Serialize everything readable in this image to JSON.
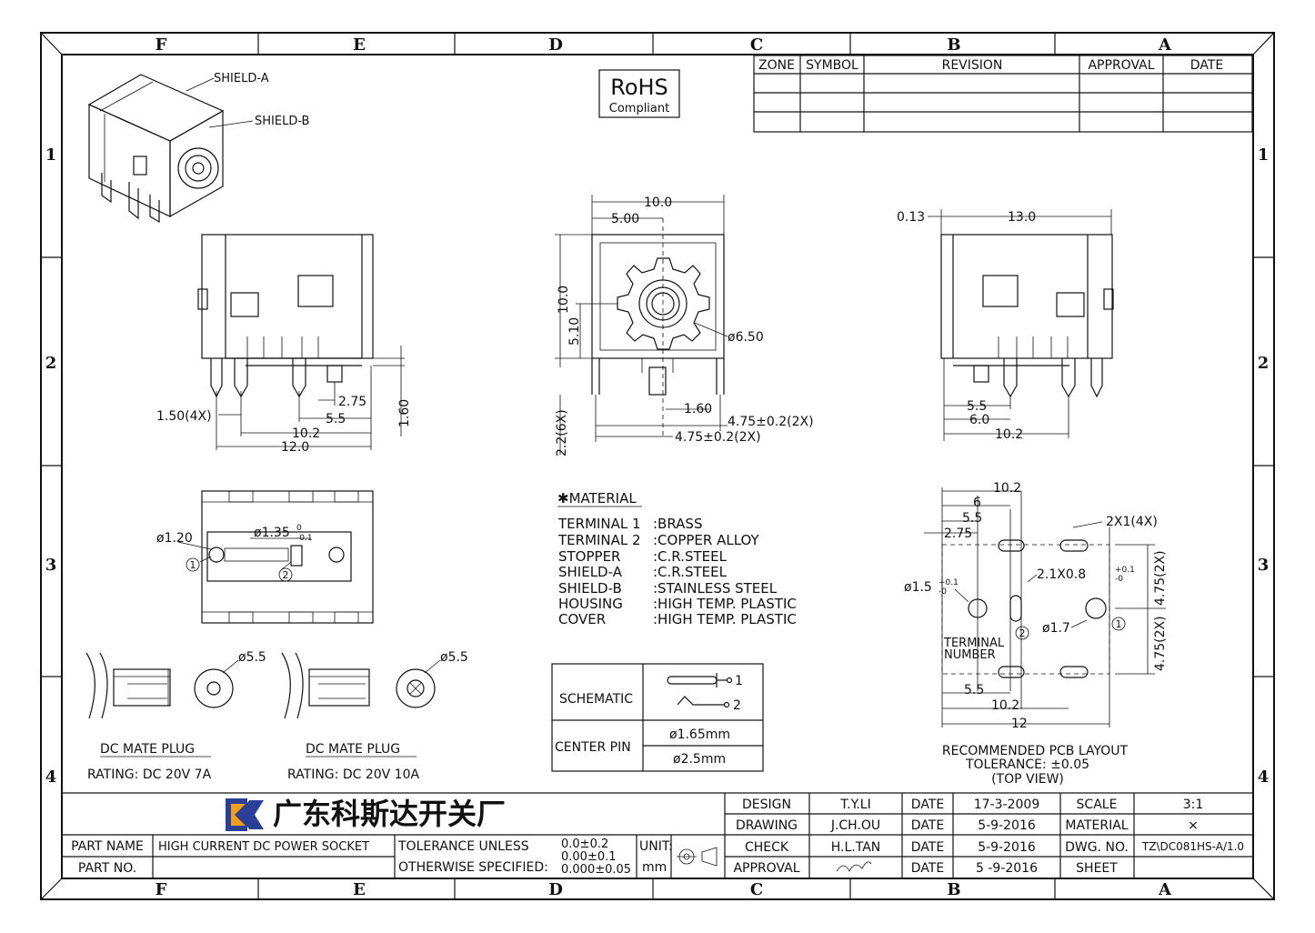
{
  "zones_top": [
    "F",
    "E",
    "D",
    "C",
    "B",
    "A"
  ],
  "zones_side": [
    "1",
    "2",
    "3",
    "4"
  ],
  "rohs": {
    "title": "RoHS",
    "sub": "Compliant"
  },
  "revision_table": {
    "headers": [
      "ZONE",
      "SYMBOL",
      "REVISION",
      "APPROVAL",
      "DATE"
    ]
  },
  "iso_view": {
    "shield_a": "SHIELD-A",
    "shield_b": "SHIELD-B"
  },
  "side_view": {
    "d1": "1.50(4X)",
    "d2": "2.75",
    "d3": "5.5",
    "d4": "10.2",
    "d5": "12.0",
    "d6": "1.60"
  },
  "front_view": {
    "d1": "10.0",
    "d2": "5.00",
    "d3": "10.0",
    "d4": "5.10",
    "d5": "ø6.50",
    "d6": "1.60",
    "d7": "4.75±0.2(2X)",
    "d8": "4.75±0.2(2X)",
    "d9": "2.2(6X)"
  },
  "right_view": {
    "d1": "0.13",
    "d2": "13.0",
    "d3": "5.5",
    "d4": "6.0",
    "d5": "10.2"
  },
  "bottom_view": {
    "d1": "ø1.20",
    "d2": "ø1.35",
    "tol_up": "0",
    "tol_dn": "-0.1",
    "n1": "1",
    "n2": "2"
  },
  "material": {
    "title": "✱MATERIAL",
    "rows": [
      {
        "part": "TERMINAL 1",
        "mat": ":BRASS"
      },
      {
        "part": "TERMINAL 2",
        "mat": ":COPPER ALLOY"
      },
      {
        "part": "STOPPER",
        "mat": ":C.R.STEEL"
      },
      {
        "part": "SHIELD-A",
        "mat": ":C.R.STEEL"
      },
      {
        "part": "SHIELD-B",
        "mat": ":STAINLESS STEEL"
      },
      {
        "part": "HOUSING",
        "mat": ":HIGH TEMP. PLASTIC"
      },
      {
        "part": "COVER",
        "mat": ":HIGH TEMP. PLASTIC"
      }
    ]
  },
  "plugs": [
    {
      "dim": "ø5.5",
      "title": "DC MATE PLUG",
      "rating": "RATING: DC 20V 7A"
    },
    {
      "dim": "ø5.5",
      "title": "DC MATE PLUG",
      "rating": "RATING: DC 20V 10A"
    }
  ],
  "schematic": {
    "label1": "SCHEMATIC",
    "n1": "1",
    "n2": "2",
    "label2": "CENTER PIN",
    "pin1": "ø1.65mm",
    "pin2": "ø2.5mm"
  },
  "pcb": {
    "d_top": "10.2",
    "d6": "6",
    "d55": "5.5",
    "d275": "2.75",
    "slot4x": "2X1(4X)",
    "slot2": "2.1X0.8",
    "slot2_tol_up": "+0.1",
    "slot2_tol_dn": "-0",
    "hole15": "ø1.5",
    "hole15_up": "+0.1",
    "hole15_dn": "-0",
    "hole17": "ø1.7",
    "v1": "4.75(2X)",
    "v2": "4.75(2X)",
    "term": "TERMINAL",
    "num": "NUMBER",
    "n1": "1",
    "n2": "2",
    "b55": "5.5",
    "b102": "10.2",
    "b12": "12",
    "cap1": "RECOMMENDED PCB LAYOUT",
    "cap2": "TOLERANCE: ±0.05",
    "cap3": "(TOP VIEW)"
  },
  "title_block": {
    "company": "广东科斯达开关厂",
    "design": "DESIGN",
    "design_name": "T.Y.LI",
    "date_l": "DATE",
    "design_date": "17-3-2009",
    "scale_l": "SCALE",
    "scale": "3:1",
    "drawing": "DRAWING",
    "drawing_name": "J.CH.OU",
    "drawing_date": "5-9-2016",
    "material_l": "MATERIAL",
    "material": "×",
    "check": "CHECK",
    "check_name": "H.L.TAN",
    "check_date": "5-9-2016",
    "dwg_l": "DWG. NO.",
    "dwg": "TZ\\DC081HS-A/1.0",
    "approval": "APPROVAL",
    "approval_date": "5 -9-2016",
    "sheet_l": "SHEET",
    "part_name_l": "PART NAME",
    "part_name": "HIGH CURRENT DC POWER SOCKET",
    "part_no_l": "PART NO.",
    "tol1": "TOLERANCE UNLESS",
    "tol2": "OTHERWISE SPECIFIED:",
    "tv1": "0.0±0.2",
    "tv2": "0.00±0.1",
    "tv3": "0.000±0.05",
    "unit_l": "UNIT:",
    "unit": "mm"
  },
  "colors": {
    "logo_blue": "#2a3f96",
    "logo_orange": "#f0a020"
  }
}
